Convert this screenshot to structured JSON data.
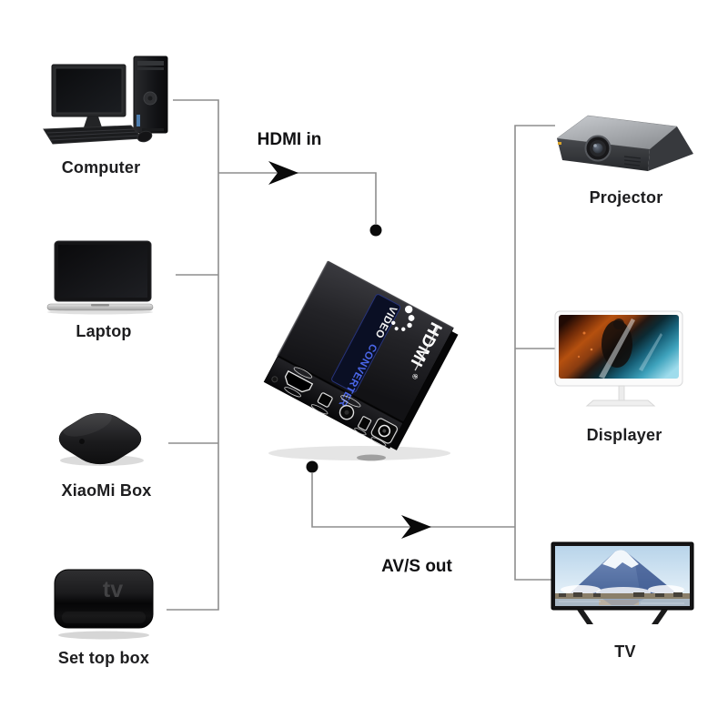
{
  "page": {
    "background": "#ffffff",
    "kind": "hdmi-converter-connection-diagram"
  },
  "flow_labels": {
    "input": "HDMI in",
    "output": "AV/S out"
  },
  "sources": [
    {
      "label": "Computer"
    },
    {
      "label": "Laptop"
    },
    {
      "label": "XiaoMi Box"
    },
    {
      "label": "Set top box",
      "device_logo": "tv"
    }
  ],
  "outputs": [
    {
      "label": "Projector"
    },
    {
      "label": "Displayer"
    },
    {
      "label": "TV"
    }
  ],
  "converter": {
    "print_line1": "VIDEO",
    "print_line2": "CONVERTER",
    "logo": "HDMI",
    "logo_reg": "®"
  },
  "colors": {
    "wire": "#8e8e8e",
    "arrow": "#0a0a0a",
    "label_text": "#1d1d1f",
    "converter_print_blue": "#4a66e8",
    "converter_body": "#1a1a1d"
  }
}
